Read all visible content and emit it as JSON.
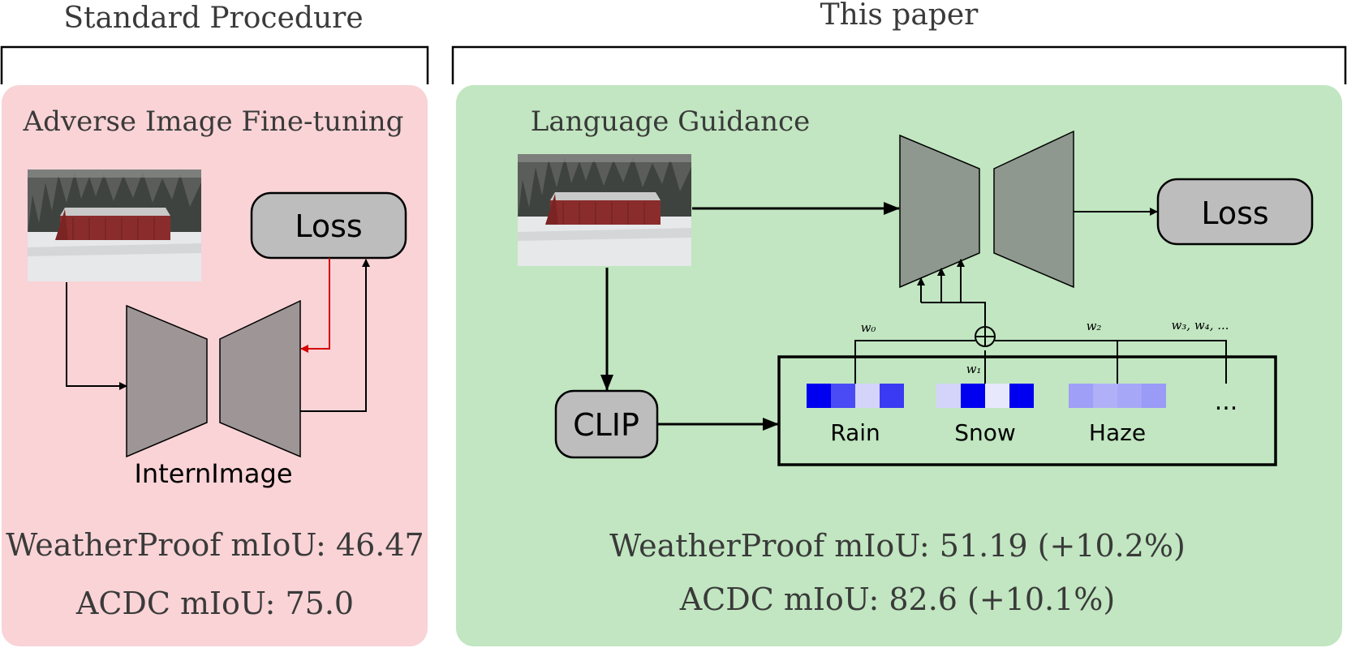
{
  "left": {
    "header": "Standard Procedure",
    "panel_title": "Adverse Image Fine-tuning",
    "loss_label": "Loss",
    "model_label": "InternImage",
    "metric1": "WeatherProof mIoU: 46.47",
    "metric2": "ACDC mIoU: 75.0",
    "bg_color": "#f9d3d6"
  },
  "right": {
    "header": "This paper",
    "panel_title": "Language Guidance",
    "loss_label": "Loss",
    "clip_label": "CLIP",
    "weights": [
      "w₀",
      "w₁",
      "w₂",
      "w₃, w₄, ..."
    ],
    "conditions": [
      "Rain",
      "Snow",
      "Haze"
    ],
    "ellipsis": "...",
    "metric1": "WeatherProof mIoU: 51.19 (+10.2%)",
    "metric2": "ACDC mIoU: 82.6 (+10.1%)",
    "bg_color": "#c1e6c1"
  },
  "colors": {
    "encoder_left": "#9e9696",
    "encoder_right": "#8e988e",
    "loss_box": "#bdbdbd",
    "feedback_arrow": "#d40000"
  }
}
